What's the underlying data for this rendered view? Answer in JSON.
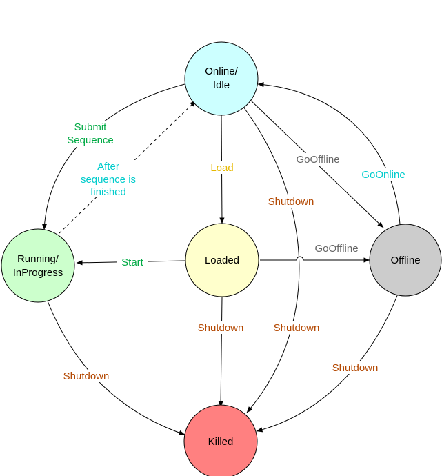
{
  "diagram": {
    "states": {
      "online_idle": {
        "line1": "Online/",
        "line2": "Idle",
        "color": "#ccffff"
      },
      "loaded": {
        "line1": "Loaded",
        "color": "#ffffcc"
      },
      "running": {
        "line1": "Running/",
        "line2": "InProgress",
        "color": "#ccffcc"
      },
      "offline": {
        "line1": "Offline",
        "color": "#cccccc"
      },
      "killed": {
        "line1": "Killed",
        "color": "#ff8080"
      }
    },
    "transitions": {
      "submit_sequence": {
        "line1": "Submit",
        "line2": "Sequence",
        "color": "#00aa44"
      },
      "after_finished": {
        "line1": "After",
        "line2": "sequence is",
        "line3": "finished",
        "color": "#00cccc"
      },
      "load": {
        "label": "Load",
        "color": "#e6b800"
      },
      "start": {
        "label": "Start",
        "color": "#00aa44"
      },
      "gooffline_online": {
        "label": "GoOffline",
        "color": "#666666"
      },
      "goonline": {
        "label": "GoOnline",
        "color": "#00cccc"
      },
      "gooffline_loaded": {
        "label": "GoOffline",
        "color": "#666666"
      },
      "shutdown_online": {
        "label": "Shutdown",
        "color": "#b34700"
      },
      "shutdown_loaded": {
        "label": "Shutdown",
        "color": "#b34700"
      },
      "shutdown_online_killed": {
        "label": "Shutdown",
        "color": "#b34700"
      },
      "shutdown_running": {
        "label": "Shutdown",
        "color": "#b34700"
      },
      "shutdown_offline": {
        "label": "Shutdown",
        "color": "#b34700"
      }
    }
  }
}
